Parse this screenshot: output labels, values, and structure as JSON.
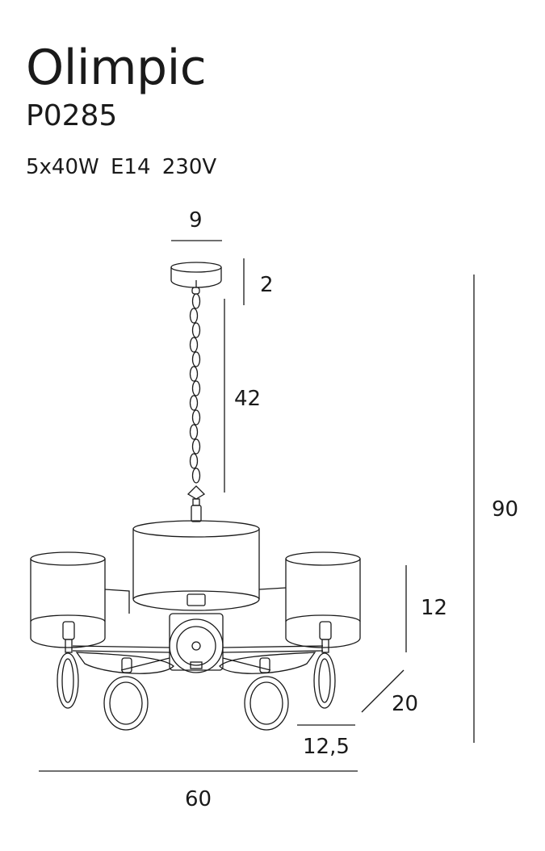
{
  "product": {
    "name": "Olimpic",
    "code": "P0285",
    "specs": "5x40W  E14  230V"
  },
  "dimensions": {
    "canopy_width": "9",
    "canopy_height": "2",
    "chain_length": "42",
    "total_height": "90",
    "shade_height": "12",
    "depth": "20",
    "shade_diameter": "12,5",
    "total_width": "60"
  }
}
